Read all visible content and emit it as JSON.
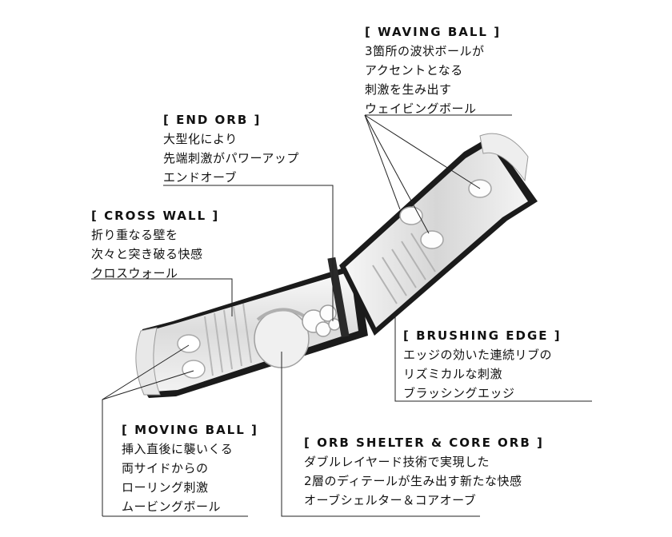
{
  "labels": [
    {
      "id": "waving-ball",
      "title": "[ WAVING BALL ]",
      "lines": [
        "3箇所の波状ボールが",
        "アクセントとなる",
        "刺激を生み出す",
        "ウェイビングボール"
      ]
    },
    {
      "id": "end-orb",
      "title": "[ END ORB ]",
      "lines": [
        "大型化により",
        "先端刺激がパワーアップ",
        "エンドオーブ"
      ]
    },
    {
      "id": "cross-wall",
      "title": "[ CROSS WALL ]",
      "lines": [
        "折り重なる壁を",
        "次々と突き破る快感",
        "クロスウォール"
      ]
    },
    {
      "id": "brushing-edge",
      "title": "[ BRUSHING EDGE ]",
      "lines": [
        "エッジの効いた連続リブの",
        "リズミカルな刺激",
        "ブラッシングエッジ"
      ]
    },
    {
      "id": "moving-ball",
      "title": "[ MOVING BALL ]",
      "lines": [
        "挿入直後に襲いくる",
        "両サイドからの",
        "ローリング刺激",
        "ムービングボール"
      ]
    },
    {
      "id": "orb-shelter",
      "title": "[ ORB SHELTER & CORE ORB ]",
      "lines": [
        "ダブルレイヤード技術で実現した",
        "2層のディテールが生み出す新たな快感",
        "オーブシェルター＆コアオーブ"
      ]
    }
  ],
  "colors": {
    "line": "#222222",
    "shell_dark": "#1a1a1a",
    "shell_light": "#f4f4f4",
    "detail": "#bdbdbd"
  }
}
